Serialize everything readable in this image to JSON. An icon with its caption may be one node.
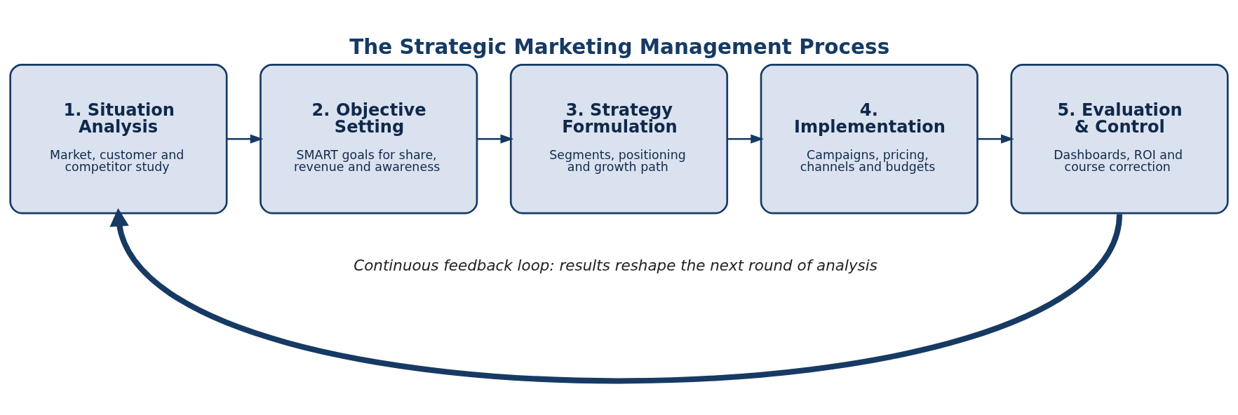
{
  "diagram": {
    "title": "The Strategic Marketing Management Process",
    "caption": "Continuous feedback loop: results reshape the next round of analysis",
    "nodes": [
      {
        "text": [
          "1. Situation Analysis",
          "Market, customer and competitor study"
        ]
      },
      {
        "text": [
          "2. Objective Setting",
          "SMART goals for share, revenue and awareness"
        ]
      },
      {
        "text": [
          "3. Strategy Formulation",
          "Segments, positioning and growth path"
        ]
      },
      {
        "text": [
          "4. Implementation",
          "Campaigns, pricing, channels and budgets"
        ]
      },
      {
        "text": [
          "5. Evaluation & Control",
          "Dashboards, ROI and course correction"
        ]
      }
    ],
    "edges": [
      {
        "from": 0,
        "to": 1,
        "arrow": "to"
      },
      {
        "from": 1,
        "to": 2,
        "arrow": "to"
      },
      {
        "from": 2,
        "to": 3,
        "arrow": "to"
      },
      {
        "from": 3,
        "to": 4,
        "arrow": "to"
      },
      {
        "from": 4,
        "to": 0,
        "arrow": "to",
        "style": "thick"
      }
    ]
  }
}
